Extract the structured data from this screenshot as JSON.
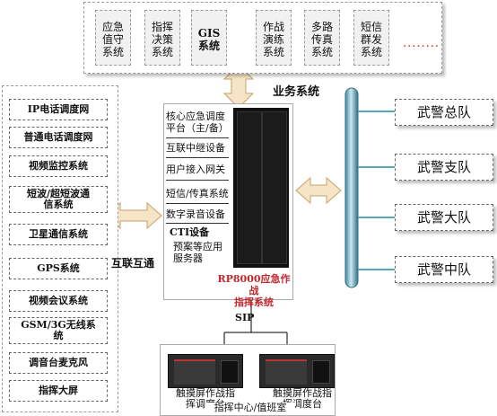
{
  "top_apps": [
    {
      "label": "应急\n值守\n系统"
    },
    {
      "label": "指挥\n决策\n系统"
    },
    {
      "label": "GIS\n系统"
    },
    {
      "label": "作战\n演练\n系统"
    },
    {
      "label": "多路\n传真\n系统"
    },
    {
      "label": "短信\n群发\n系统"
    }
  ],
  "top_more": "........",
  "business_label": "业务系统",
  "left_items": [
    {
      "label": "IP电话调度网"
    },
    {
      "label": "普通电话调度网"
    },
    {
      "label": "视频监控系统"
    },
    {
      "label": "短波/超短波通\n信系统"
    },
    {
      "label": "卫星通信系统"
    },
    {
      "label": "GPS系统"
    },
    {
      "label": "视频会议系统"
    },
    {
      "label": "GSM/3G无线系\n统"
    },
    {
      "label": "调音台麦克风"
    },
    {
      "label": "指挥大屏"
    }
  ],
  "interconnect_label": "互联互通",
  "core_items": [
    {
      "label": "核心应急调度\n平台（主/备）"
    },
    {
      "label": "互联中继设备"
    },
    {
      "label": "用户接入网关"
    },
    {
      "label": "短信/传真系统"
    },
    {
      "label": "数字录音设备"
    },
    {
      "label": "CTI设备"
    },
    {
      "label": "预案等应用\n服务器"
    }
  ],
  "core_title": "RP8000应急作战\n指挥系统",
  "sip_label": "SIP",
  "right_units": [
    {
      "label": "武警总队"
    },
    {
      "label": "武警支队"
    },
    {
      "label": "武警大队"
    },
    {
      "label": "武警中队"
    }
  ],
  "consoles": [
    {
      "label": "触摸屏作战指\n挥调度台"
    },
    {
      "label": "触摸屏作战指\n挥调度台"
    }
  ],
  "center_label": "指挥中心/值班室",
  "colors": {
    "bus": "#5aa6b8",
    "arrow_fill": "#f6e4c6",
    "arrow_stroke": "#c8a06a",
    "title_red": "#c0282e"
  }
}
